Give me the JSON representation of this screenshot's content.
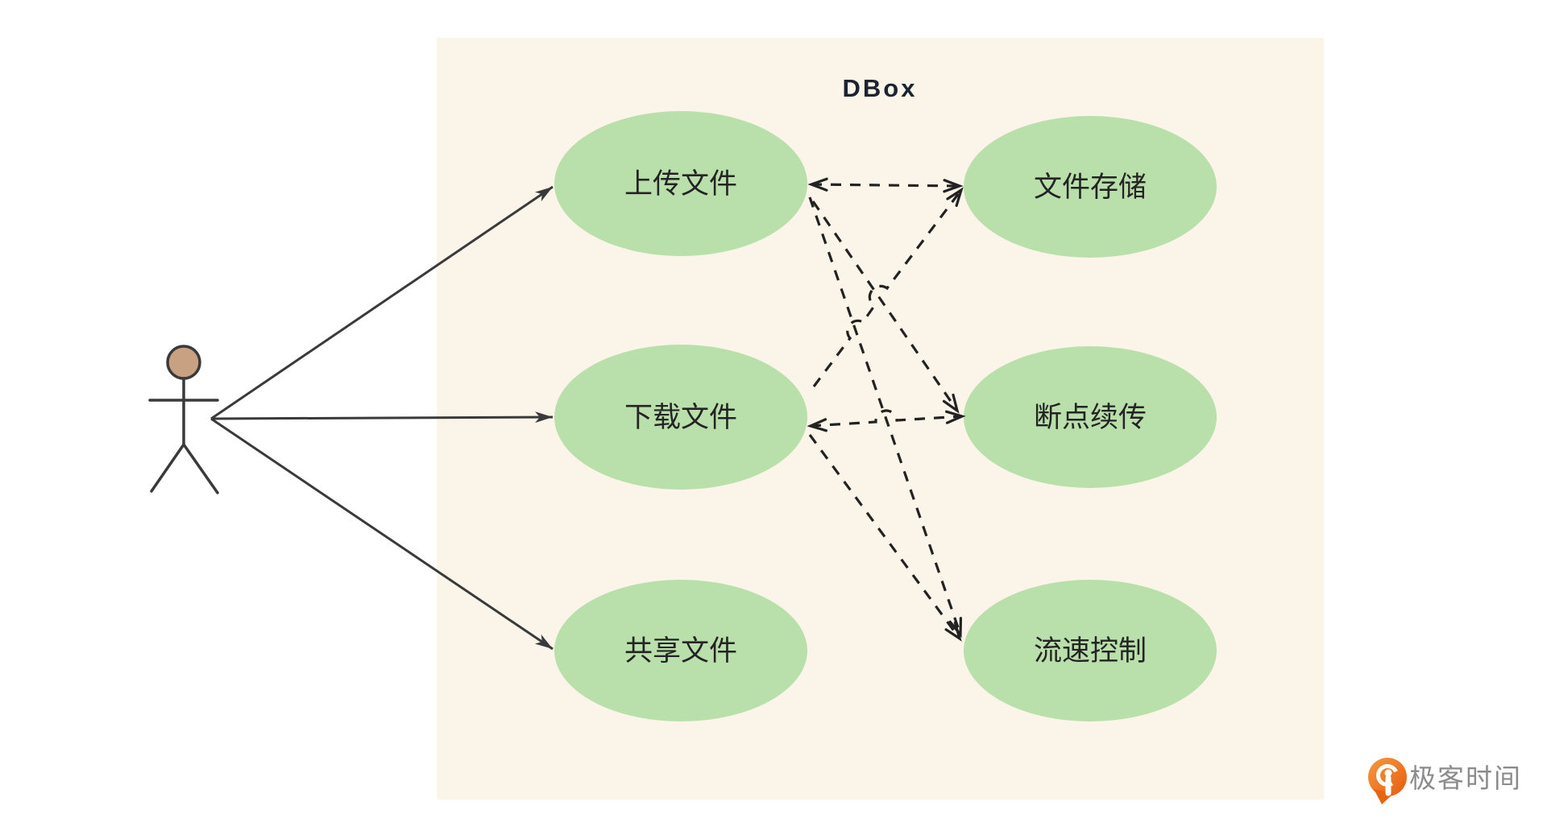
{
  "title": "DBox",
  "colors": {
    "panel_bg": "#FAF5E8",
    "page_bg": "#FFFFFF",
    "use_case_fill": "#B9DFAA",
    "line": "#222222",
    "actor_head": "#C8A183",
    "logo_orange": "#EE7224",
    "logo_text_gray": "#8B8B8B"
  },
  "diagram": {
    "type": "uml-use-case",
    "system": {
      "name": "DBox"
    },
    "actor": {
      "name": "user"
    },
    "use_cases": [
      {
        "id": "upload",
        "label": "上传文件"
      },
      {
        "id": "storage",
        "label": "文件存储"
      },
      {
        "id": "download",
        "label": "下载文件"
      },
      {
        "id": "resume",
        "label": "断点续传"
      },
      {
        "id": "share",
        "label": "共享文件"
      },
      {
        "id": "ratectl",
        "label": "流速控制"
      }
    ],
    "associations": [
      {
        "from": "actor",
        "to": "上传文件",
        "style": "solid-arrow"
      },
      {
        "from": "actor",
        "to": "下载文件",
        "style": "solid-arrow"
      },
      {
        "from": "actor",
        "to": "共享文件",
        "style": "solid-arrow"
      },
      {
        "from": "上传文件",
        "to": "文件存储",
        "style": "dashed-double-arrow"
      },
      {
        "from": "下载文件",
        "to": "文件存储",
        "style": "dashed-arrow"
      },
      {
        "from": "上传文件",
        "to": "断点续传",
        "style": "dashed-arrow"
      },
      {
        "from": "下载文件",
        "to": "断点续传",
        "style": "dashed-double-arrow"
      },
      {
        "from": "上传文件",
        "to": "流速控制",
        "style": "dashed-arrow"
      },
      {
        "from": "下载文件",
        "to": "流速控制",
        "style": "dashed-arrow"
      }
    ]
  },
  "footer": {
    "logo_text": "极客时间"
  }
}
